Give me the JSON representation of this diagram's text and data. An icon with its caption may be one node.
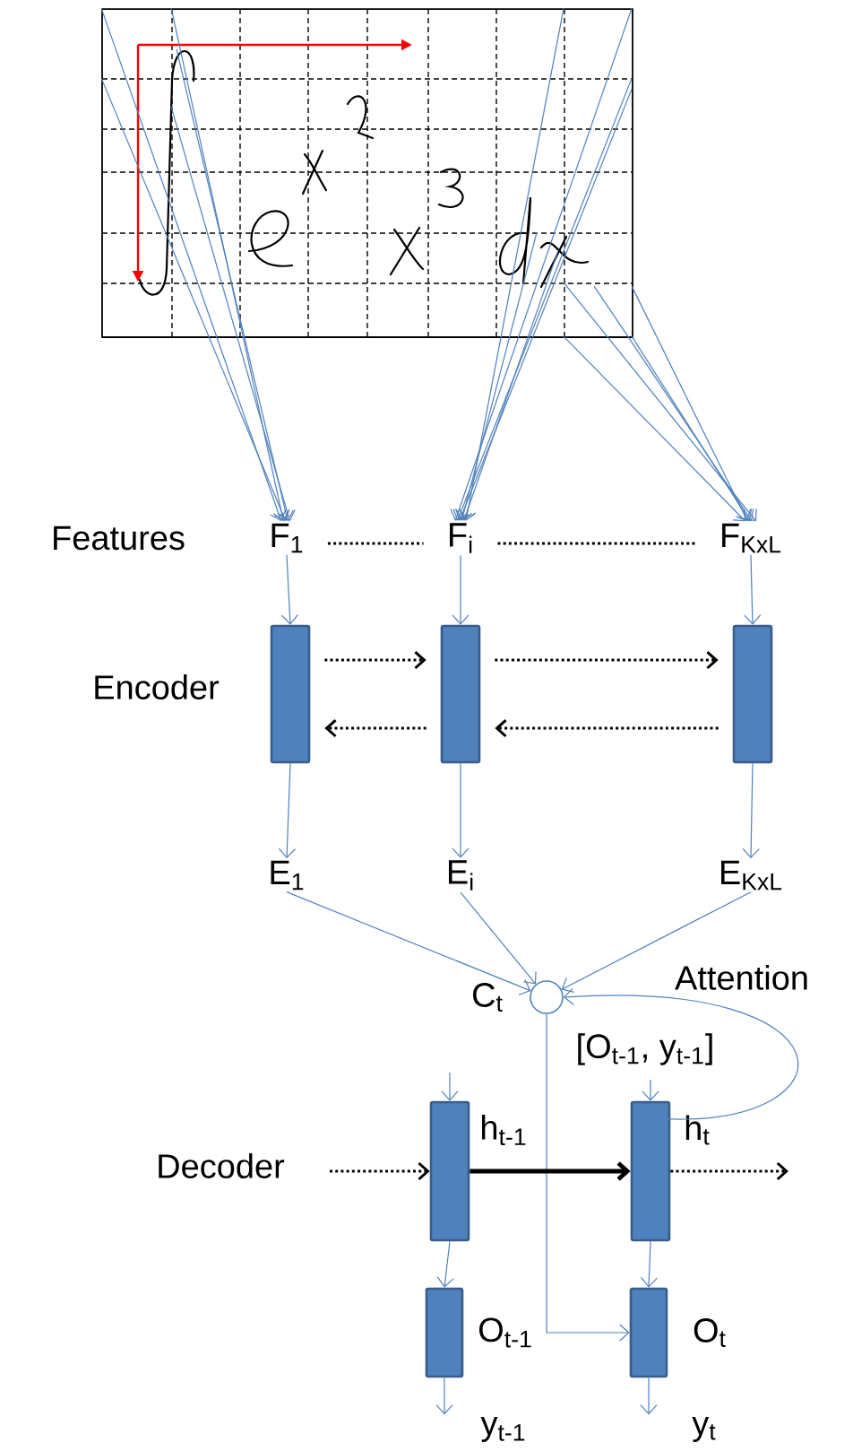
{
  "diagram": {
    "nodes": [
      {
        "text": [],
        "shape": "picture"
      },
      {
        "text": [
          "F$_{1}$"
        ]
      },
      {
        "text": [
          "F$_{i}$"
        ]
      },
      {
        "text": [
          "F$_{KxL}$"
        ]
      },
      {
        "text": [],
        "shape": "box"
      },
      {
        "text": [],
        "shape": "box"
      },
      {
        "text": [],
        "shape": "box"
      },
      {
        "text": [
          "E$_{1}$"
        ]
      },
      {
        "text": [
          "E$_{i}$"
        ]
      },
      {
        "text": [
          "E$_{KxL}$"
        ]
      },
      {
        "text": [],
        "shape": "circle",
        "beside": [
          "C$_{t}$"
        ]
      },
      {
        "text": [],
        "shape": "box",
        "beside": [
          "h$_{t-1}$"
        ]
      },
      {
        "text": [],
        "shape": "box",
        "beside": [
          "h$_{t}$"
        ]
      },
      {
        "text": [],
        "shape": "box",
        "beside": [
          "O$_{t-1}$"
        ]
      },
      {
        "text": [],
        "shape": "box",
        "beside": [
          "O$_{t}$"
        ]
      },
      {
        "text": [
          "y$_{t-1}$"
        ]
      },
      {
        "text": [
          "y$_{t}$"
        ]
      }
    ],
    "edges": [
      {
        "from": 0,
        "to": 1,
        "arrow": "to"
      },
      {
        "from": 0,
        "to": 1,
        "arrow": "to"
      },
      {
        "from": 0,
        "to": 1,
        "arrow": "to"
      },
      {
        "from": 0,
        "to": 1,
        "arrow": "to"
      },
      {
        "from": 0,
        "to": 1,
        "arrow": "to"
      },
      {
        "from": 0,
        "to": 2,
        "arrow": "to"
      },
      {
        "from": 0,
        "to": 2,
        "arrow": "to"
      },
      {
        "from": 0,
        "to": 2,
        "arrow": "to"
      },
      {
        "from": 0,
        "to": 2,
        "arrow": "to"
      },
      {
        "from": 0,
        "to": 2,
        "arrow": "to"
      },
      {
        "from": 0,
        "to": 2,
        "arrow": "to"
      },
      {
        "from": 0,
        "to": 3,
        "arrow": "to"
      },
      {
        "from": 0,
        "to": 3,
        "arrow": "to"
      },
      {
        "from": 0,
        "to": 3,
        "arrow": "to"
      },
      {
        "from": 0,
        "to": 3,
        "arrow": "to"
      },
      {
        "from": 0,
        "to": 3,
        "arrow": "to"
      },
      {
        "from": 1,
        "to": 4,
        "arrow": "to"
      },
      {
        "from": 2,
        "to": 5,
        "arrow": "to"
      },
      {
        "from": 3,
        "to": 6,
        "arrow": "to"
      },
      {
        "from": 4,
        "to": 5,
        "arrow": "to",
        "style": "dashed",
        "color": "#000000"
      },
      {
        "from": 5,
        "to": 4,
        "arrow": "to",
        "style": "dashed",
        "color": "#000000"
      },
      {
        "from": 5,
        "to": 6,
        "arrow": "to",
        "style": "dashed",
        "color": "#000000"
      },
      {
        "from": 6,
        "to": 5,
        "arrow": "to",
        "style": "dashed",
        "color": "#000000"
      },
      {
        "from": 4,
        "to": 7,
        "arrow": "to"
      },
      {
        "from": 5,
        "to": 8,
        "arrow": "to"
      },
      {
        "from": 6,
        "to": 9,
        "arrow": "to"
      },
      {
        "from": 7,
        "to": 10,
        "arrow": "to"
      },
      {
        "from": 8,
        "to": 10,
        "arrow": "to"
      },
      {
        "from": 9,
        "to": 10,
        "arrow": "to"
      },
      {
        "from": 12,
        "to": 10,
        "arrow": "to"
      },
      {
        "from": 10,
        "to": 14,
        "arrow": "to"
      },
      {
        "from": null,
        "to": 11,
        "arrow": "to"
      },
      {
        "from": null,
        "to": 12,
        "arrow": "to"
      },
      {
        "from": null,
        "to": 11,
        "arrow": "to",
        "style": "dashed",
        "color": "#000000"
      },
      {
        "from": 11,
        "to": 12,
        "arrow": "to",
        "style": "thick",
        "color": "#000000"
      },
      {
        "from": 12,
        "to": null,
        "arrow": "to",
        "style": "dashed",
        "color": "#000000"
      },
      {
        "from": 11,
        "to": 13,
        "arrow": "to"
      },
      {
        "from": 12,
        "to": 14,
        "arrow": "to"
      },
      {
        "from": 13,
        "to": 15,
        "arrow": "to"
      },
      {
        "from": 14,
        "to": 16,
        "arrow": "to"
      },
      {
        "from": 1,
        "to": 2,
        "arrow": "none",
        "style": "dashed",
        "color": "#000000"
      },
      {
        "from": 2,
        "to": 3,
        "arrow": "none",
        "style": "dashed",
        "color": "#000000"
      }
    ],
    "labels": [
      "Features",
      "Encoder",
      "Attention",
      "[O$_{t-1}$, y$_{t-1}$]",
      "Decoder"
    ]
  }
}
